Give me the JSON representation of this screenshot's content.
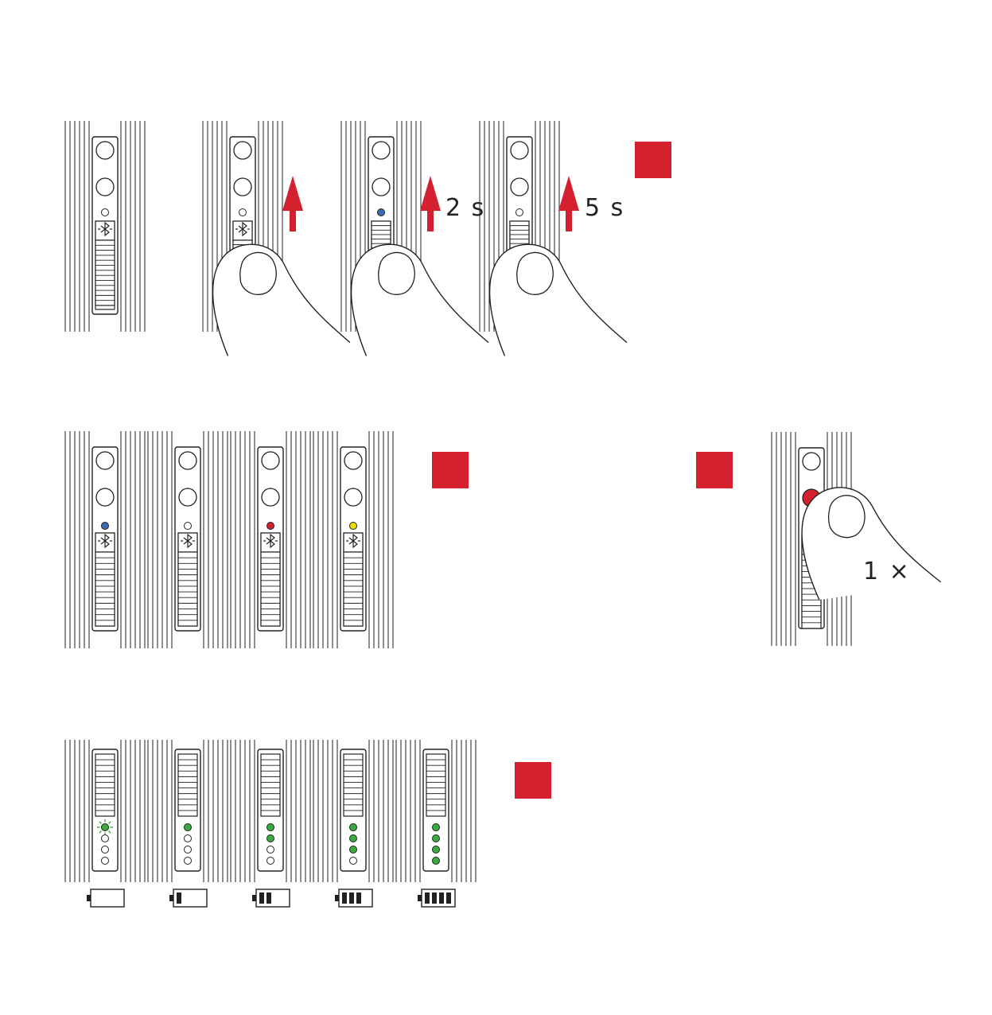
{
  "colors": {
    "accent_red": "#d52030",
    "led_blue": "#3a6db5",
    "led_red": "#d52030",
    "led_yellow": "#f2dd00",
    "led_green": "#3aab3e",
    "line": "#222222"
  },
  "icons": {
    "bluetooth": "bluetooth-icon",
    "arrow": "up-arrow-icon",
    "finger": "finger-icon",
    "battery": "battery-icon"
  },
  "steps": {
    "hold_2s": "2 s",
    "hold_5s": "5 s",
    "press_once": "1 ×"
  },
  "status_leds": [
    "blue",
    "off",
    "red",
    "yellow"
  ],
  "battery_levels": [
    {
      "bars": 0,
      "green_leds": 1,
      "blinking": true
    },
    {
      "bars": 1,
      "green_leds": 1,
      "blinking": false
    },
    {
      "bars": 2,
      "green_leds": 2,
      "blinking": false
    },
    {
      "bars": 3,
      "green_leds": 3,
      "blinking": false
    },
    {
      "bars": 4,
      "green_leds": 4,
      "blinking": false
    }
  ]
}
